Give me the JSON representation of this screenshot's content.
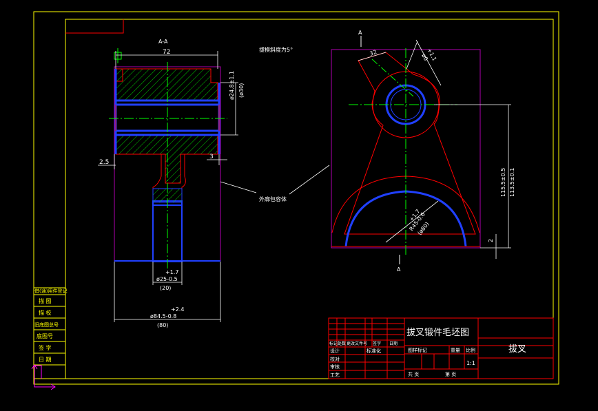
{
  "colors": {
    "background": "#000000",
    "frame": "#ffff00",
    "outline": "#ff0000",
    "hatch": "#00ff00",
    "centerline": "#00ff00",
    "blank_outline": "#b000b0",
    "bore": "#2040ff",
    "dimension": "#ffffff",
    "table_text": "#ffff00"
  },
  "section_label": "A-A",
  "note_draft": "拔模斜度为5°",
  "note_blank": "外廓包容体",
  "section_marker": "A",
  "dims": {
    "top_width": "72",
    "flange_dia": "ø24.8±1.1",
    "flange_dia_ref": "(ø30)",
    "left_offset": "2.5",
    "right_offset": "3",
    "stem_tol": "+1.7",
    "stem_dia": "ø25-0.5",
    "stem_ref": "(20)",
    "base_tol": "+2.4",
    "base_dia": "ø84.5-0.8",
    "base_ref": "(80)",
    "view_top_width": "32",
    "hub_dia_tol": "+1.1",
    "hub_dia": "ø0",
    "fork_tol": "+1.7",
    "fork_dia": "R45-0.6",
    "fork_ref": "(ø80)",
    "height_1": "115.5±0.5",
    "height_2": "113.5±0.1",
    "bottom_offset": "2"
  },
  "side_table": {
    "header": "借(通)用件登记",
    "rows": [
      "描 图",
      "描 校",
      "旧底图总号",
      "底图号",
      "签 字",
      "日 期"
    ]
  },
  "title_block": {
    "drawing_title": "拔叉锻件毛坯图",
    "part_name": "拔叉",
    "revision_header": [
      "标记",
      "处数",
      "更改文件号",
      "签字",
      "日期"
    ],
    "sign_rows": [
      "设计",
      "校对",
      "审核",
      "工艺"
    ],
    "standardization": "标准化",
    "stage_label": "图样标记",
    "weight_label": "重量",
    "scale_label": "比例",
    "scale_value": "1:1",
    "sheet_total": "共 页",
    "sheet_no": "第 页"
  }
}
